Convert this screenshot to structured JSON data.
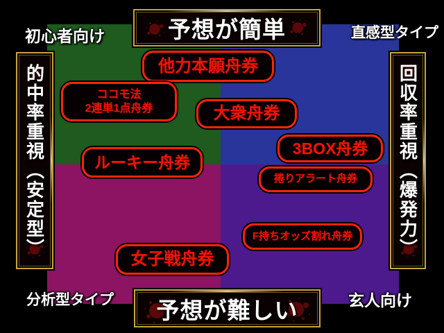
{
  "diagram": {
    "title_top": "予想が簡単",
    "title_bottom": "予想が難しい",
    "axis_left": "的中率重視（安定型）",
    "axis_right": "回収率重視（爆発力）",
    "corner_top_left": "初心者向け",
    "corner_top_right": "直感型タイプ",
    "corner_bottom_left": "分析型タイプ",
    "corner_bottom_right": "玄人向け",
    "colors": {
      "background": "#000000",
      "quadrant_top_left_green": "#1f5a1f",
      "quadrant_top_right_blue": "#2a359b",
      "quadrant_bottom_left_magenta": "#8d1463",
      "quadrant_bottom_right_purple": "#4d1a8e",
      "label_red": "#ee1505",
      "banner_gold_border": "#c8a43c",
      "splatter_dark_red": "#5a0808"
    },
    "labels": [
      {
        "text": "他力本願舟券",
        "quadrant": "top-center"
      },
      {
        "text": "ココモ法",
        "text2": "2連単1点舟券",
        "quadrant": "top-left"
      },
      {
        "text": "大衆舟券",
        "quadrant": "top-center"
      },
      {
        "text": "3BOX舟券",
        "quadrant": "top-right"
      },
      {
        "text": "捲りアラート舟券",
        "quadrant": "top-right"
      },
      {
        "text": "ルーキー舟券",
        "quadrant": "middle-left"
      },
      {
        "text": "F持ちオッズ割れ舟券",
        "quadrant": "bottom-right"
      },
      {
        "text": "女子戦舟券",
        "quadrant": "bottom-center"
      }
    ]
  }
}
